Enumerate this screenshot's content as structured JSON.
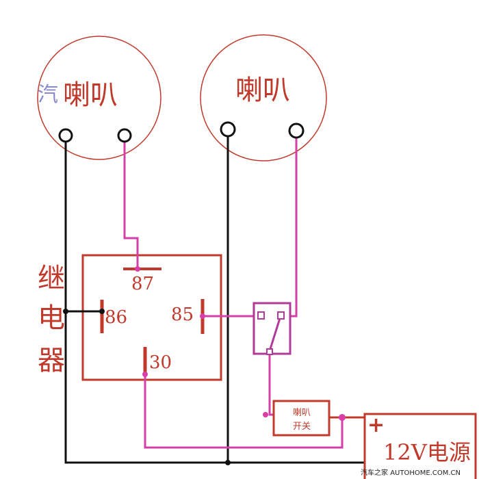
{
  "labels": {
    "horn_left": "喇叭",
    "horn_right": "喇叭",
    "relay_title_1": "继",
    "relay_title_2": "电",
    "relay_title_3": "器",
    "pin_87": "87",
    "pin_86": "86",
    "pin_85": "85",
    "pin_30": "30",
    "horn_switch_line1": "喇叭",
    "horn_switch_line2": "开关",
    "power_plus": "+",
    "power_label": "12V电源",
    "handwriting": "汽"
  },
  "watermark": {
    "text": "汽车之家 AUTOHOME.COM.CN"
  },
  "colors": {
    "red": "#c0392b",
    "magenta": "#d63fa8",
    "black": "#111111"
  }
}
